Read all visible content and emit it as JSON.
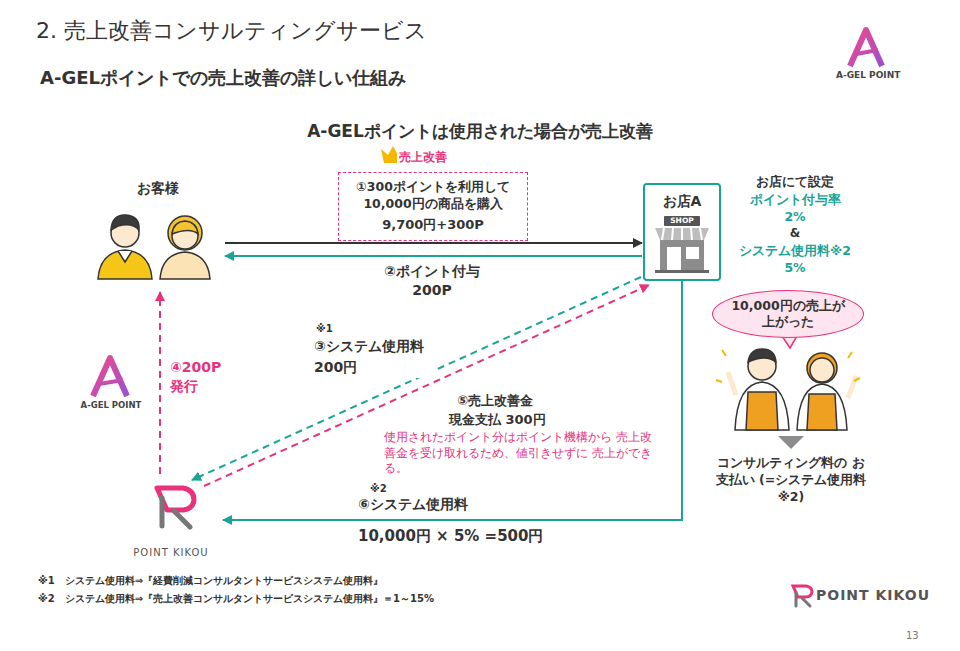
{
  "diagram": {
    "title": "2. 売上改善コンサルティングサービス",
    "nodes": [
      {
        "text": [
          "お客様"
        ]
      },
      {
        "text": [
          "売上改善",
          "①300ポイントを利用して 10,000円の商品を購入",
          "9,700円+300P"
        ]
      },
      {
        "text": [
          "お店A"
        ]
      },
      {
        "text": [
          "10,000円の売上が 上がった"
        ]
      },
      {
        "text": [
          "POINT KIKOU"
        ]
      }
    ],
    "edges": [
      {
        "from": 0,
        "to": 2,
        "arrow": "to"
      },
      {
        "from": 2,
        "to": 0,
        "label": "②ポイント付与 200P",
        "arrow": "to"
      },
      {
        "from": 2,
        "to": 4,
        "label": "③システム使用料 200円",
        "arrow": "to"
      },
      {
        "from": 4,
        "to": 0,
        "label": "④200P 発行",
        "arrow": "to"
      },
      {
        "from": 4,
        "to": 2,
        "label": "⑤売上改善金",
        "arrow": "to"
      },
      {
        "from": 2,
        "to": 4,
        "label": "⑥システム使用料",
        "arrow": "to"
      }
    ],
    "labels": [
      "A-GELポイントでの売上改善の詳しい仕組み",
      "A-GEL POINT",
      "A-GELポイントは使用された場合が売上改善",
      "SHOP",
      "お店にて設定",
      "ポイント付与率",
      "2%",
      "&",
      "システム使用料※2",
      "5%",
      "コンサルティング料の お支払い (=システム使用料※2)",
      "※1",
      "現金支払 300円",
      "使用されたポイント分はポイント機構から 売上改善金を受け取れるため、値引きせずに 売上ができる。",
      "※2",
      "10,000円 × 5% =500円",
      "A-GEL POINT",
      "※1　システム使用料⇒『経費削減コンサルタントサービスシステム使用料』",
      "※2　システム使用料⇒『売上改善コンサルタントサービスシステム使用料』＝1～15%",
      "POINT KIKOU",
      "13"
    ]
  }
}
